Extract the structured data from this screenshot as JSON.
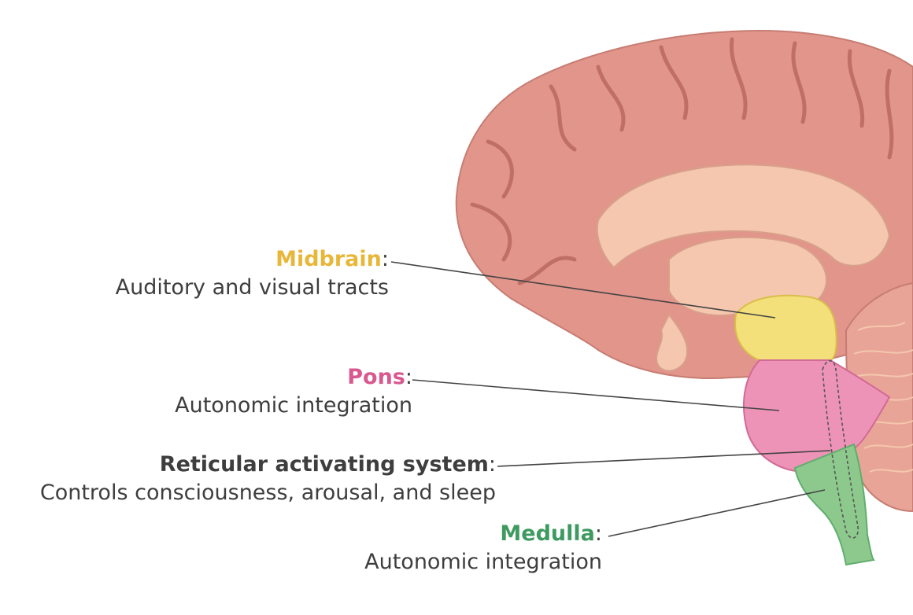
{
  "colors": {
    "midbrain": "#e8b73a",
    "pons": "#d9588f",
    "reticular": "#3e3e3e",
    "medulla": "#3e9a5f",
    "text": "#3e3e3e",
    "cortex": "#e2958a",
    "cortex_dark": "#c06f66",
    "white_matter": "#f4c7ae",
    "midbrain_fill": "#f3e07a",
    "pons_fill": "#ee93b8",
    "medulla_fill": "#8dc98d",
    "cerebellum": "#e8a497"
  },
  "labels": {
    "midbrain": {
      "name": "Midbrain",
      "colon": ":",
      "description": "Auditory and visual tracts"
    },
    "pons": {
      "name": "Pons",
      "colon": ":",
      "description": "Autonomic integration"
    },
    "reticular": {
      "name": "Reticular activating system",
      "colon": ":",
      "description": "Controls consciousness, arousal, and sleep"
    },
    "medulla": {
      "name": "Medulla",
      "colon": ":",
      "description": "Autonomic integration"
    }
  }
}
